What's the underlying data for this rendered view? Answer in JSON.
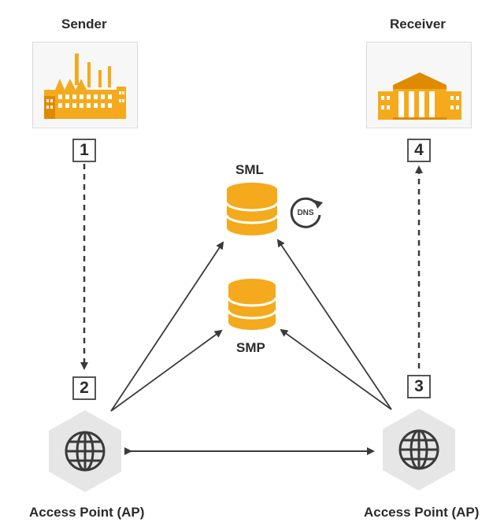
{
  "sender": {
    "label": "Sender",
    "icon": "factory-icon"
  },
  "receiver": {
    "label": "Receiver",
    "icon": "building-icon"
  },
  "steps": [
    "1",
    "2",
    "3",
    "4"
  ],
  "sml": {
    "label": "SML",
    "dns": "DNS"
  },
  "smp": {
    "label": "SMP"
  },
  "access_points": [
    {
      "label": "Access Point (AP)",
      "icon": "globe-icon"
    },
    {
      "label": "Access Point (AP)",
      "icon": "globe-icon"
    }
  ],
  "colors": {
    "accent": "#F4AA1C",
    "accent_dark": "#E08A00",
    "hex": "#E6E6E6",
    "line": "#3a3a3a"
  }
}
